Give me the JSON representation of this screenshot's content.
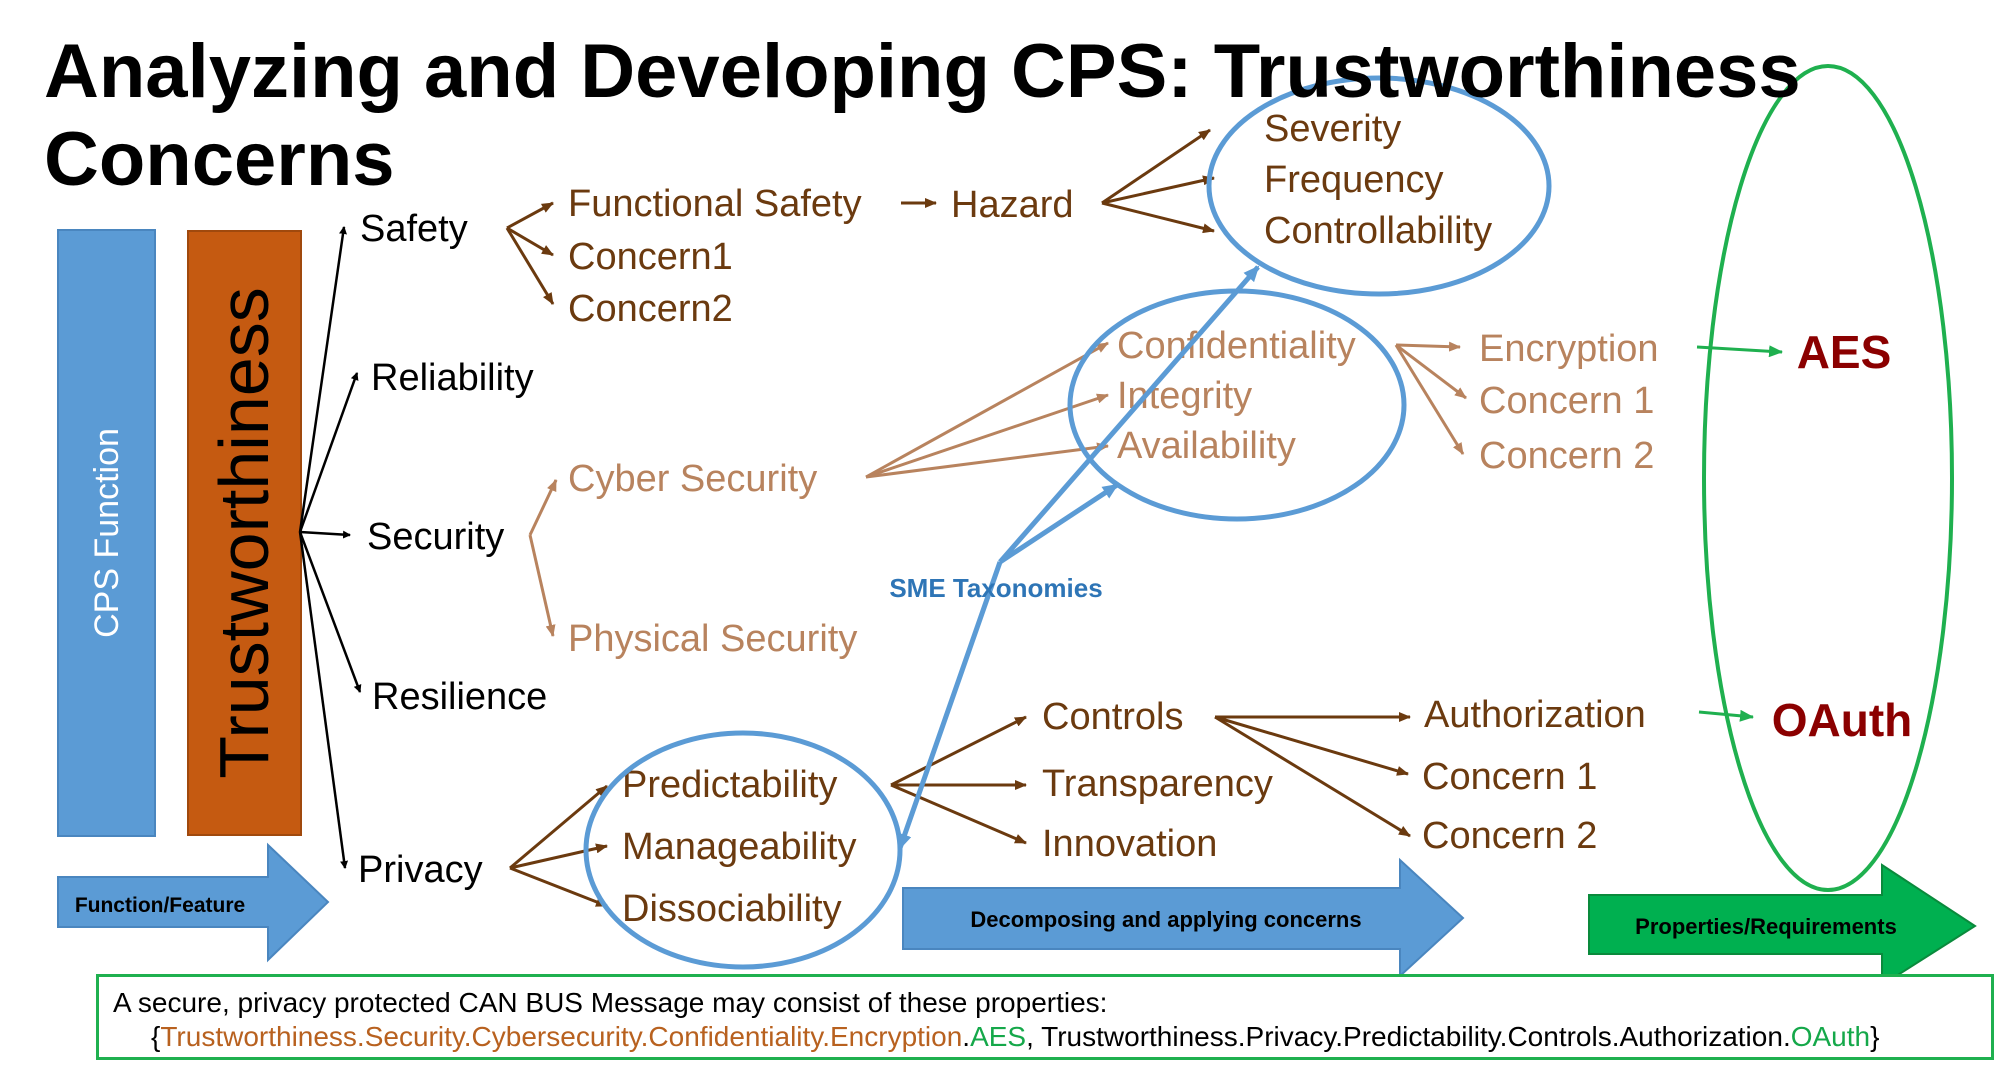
{
  "title": "Analyzing and Developing CPS: Trustworthiness Concerns",
  "left": {
    "cps_function": "CPS Function",
    "trustworthiness": "Trustworthiness"
  },
  "properties": [
    "Safety",
    "Reliability",
    "Security",
    "Resilience",
    "Privacy"
  ],
  "safety": {
    "concerns": [
      "Functional Safety",
      "Concern1",
      "Concern2"
    ],
    "hazard": "Hazard",
    "hazard_factors": [
      "Severity",
      "Frequency",
      "Controllability"
    ]
  },
  "security": {
    "branches": [
      "Cyber Security",
      "Physical Security"
    ],
    "cia": [
      "Confidentiality",
      "Integrity",
      "Availability"
    ],
    "conf_concerns": [
      "Encryption",
      "Concern 1",
      "Concern 2"
    ]
  },
  "privacy": {
    "objectives": [
      "Predictability",
      "Manageability",
      "Dissociability"
    ],
    "predictability_concerns": [
      "Controls",
      "Transparency",
      "Innovation"
    ],
    "control_concerns": [
      "Authorization",
      "Concern 1",
      "Concern 2"
    ]
  },
  "sme_taxonomies": "SME Taxonomies",
  "requirements": [
    "AES",
    "OAuth"
  ],
  "stage_arrows": [
    "Function/Feature",
    "Decomposing and applying concerns",
    "Properties/Requirements"
  ],
  "footer": {
    "line1": "A secure, privacy protected CAN BUS Message may consist of these properties:",
    "open": "{",
    "path1": "Trustworthiness.Security.Cybersecurity.Confidentiality.Encryption",
    "dot1": ".",
    "req1": "AES",
    "sep": ", ",
    "path2": "Trustworthiness.Privacy.Predictability.Controls.Authorization",
    "dot2": ".",
    "req2": "OAuth",
    "close": "}"
  },
  "colors": {
    "cps_block": "#5b9bd5",
    "trust_block": "#c55a11",
    "dark_brown": "#6b3a0f",
    "light_brown": "#b8835e",
    "green": "#1fb04f",
    "requirement_red": "#8b0000",
    "sme_blue": "#2e75b6"
  }
}
